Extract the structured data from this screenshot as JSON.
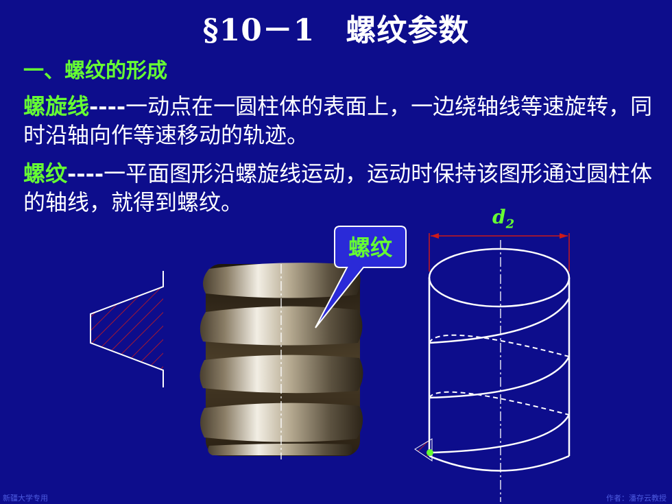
{
  "title": "§10－1　螺纹参数",
  "section_heading": "一、螺纹的形成",
  "paragraph1": {
    "term": "螺旋线",
    "dash": "----",
    "text": "一动点在一圆柱体的表面上，一边绕轴线等速旋转，同时沿轴向作等速移动的轨迹。"
  },
  "paragraph2": {
    "term": "螺纹",
    "dash": "----",
    "text": "一平面图形沿螺旋线运动，运动时保持该图形通过圆柱体的轴线，就得到螺纹。"
  },
  "callout_label": "螺纹",
  "dimension_label": {
    "main": "d",
    "sub": "2"
  },
  "footer_left": "新疆大学专用",
  "footer_right": "作者：潘存云教授",
  "colors": {
    "background": "#0d0d8c",
    "accent_green": "#66ff33",
    "hatch_red": "#cc1a1a",
    "callout_fill": "#2a2ad8"
  }
}
